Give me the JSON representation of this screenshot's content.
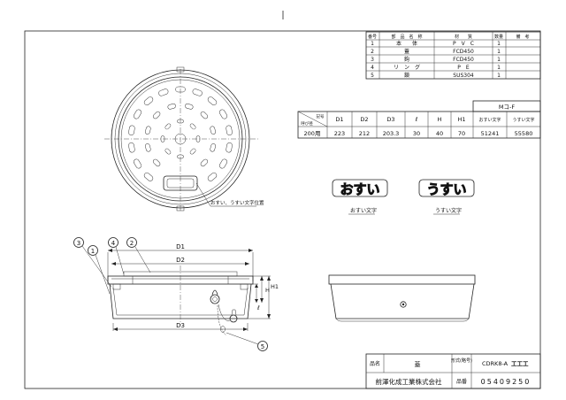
{
  "parts_table": {
    "headers": [
      "番号",
      "部　品　名　称",
      "材　　質",
      "数量",
      "備　考"
    ],
    "rows": [
      [
        "1",
        "本　　体",
        "P　V　C",
        "1",
        ""
      ],
      [
        "2",
        "蓋",
        "FCD450",
        "1",
        ""
      ],
      [
        "3",
        "鉤",
        "FCD450",
        "1",
        ""
      ],
      [
        "4",
        "リ　ン　グ",
        "P　E",
        "1",
        ""
      ],
      [
        "5",
        "鎖",
        "SUS304",
        "1",
        ""
      ]
    ]
  },
  "dim_table": {
    "group_header": "Mコ-F",
    "corner_top": "記号",
    "corner_bottom": "呼び径",
    "headers": [
      "D1",
      "D2",
      "D3",
      "ℓ",
      "H",
      "H1",
      "おすい文字",
      "うすい文字"
    ],
    "row": [
      "200用",
      "223",
      "212",
      "203.3",
      "30",
      "40",
      "70",
      "51241",
      "55580"
    ]
  },
  "top_view": {
    "callout": "おすい、うすい文字位置"
  },
  "badges": [
    {
      "text": "おすい",
      "caption": "おすい文字"
    },
    {
      "text": "うすい",
      "caption": "うすい文字"
    }
  ],
  "section_view": {
    "labels": {
      "d1": "D1",
      "d2": "D2",
      "d3": "D3",
      "h": "H",
      "h1": "H1",
      "l": "ℓ"
    },
    "callouts": [
      "3",
      "1",
      "4",
      "2",
      "5"
    ]
  },
  "title_block": {
    "name_label": "品名",
    "name_value": "蓋",
    "type_label": "形式(略号)",
    "type_value": "CDRK8-A",
    "type_suffix": "工工工",
    "code_label": "品番",
    "code_value": "05409250",
    "company": "前澤化成工業株式会社"
  }
}
